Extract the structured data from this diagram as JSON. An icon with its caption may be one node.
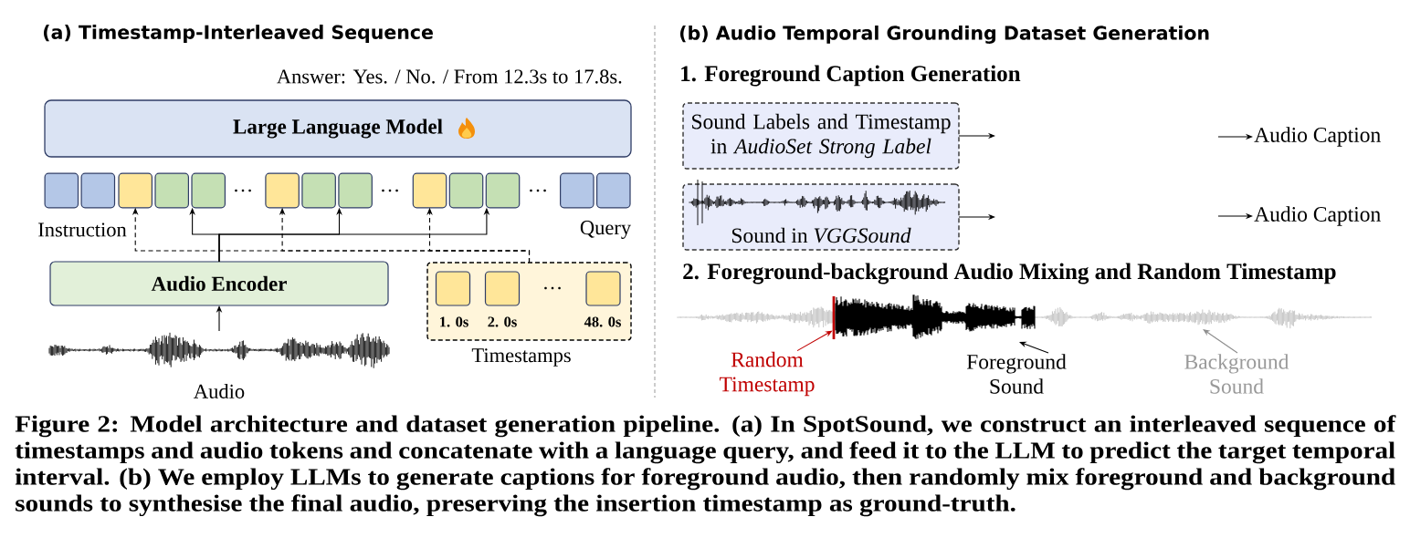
{
  "diagram": {
    "caption": "Figure 2: Model architecture and dataset generation pipeline. (a) In SpotSound, we construct an interleaved sequence of timestamps and audio tokens and concatenate with a language query, and feed it to the LLM to predict the target temporal interval. (b) We employ LLMs to generate captions for foreground audio, then randomly mix foreground and background sounds to synthesise the final audio, preserving the insertion timestamp as ground-truth.",
    "nodes": [
      {
        "text": [
          "Large Language Model"
        ],
        "beside": [
          "Answer: Yes. / No. / From 12.3s to 17.8s."
        ]
      },
      {
        "text": [],
        "shape": "box"
      },
      {
        "text": [],
        "shape": "box"
      },
      {
        "text": [],
        "shape": "box"
      },
      {
        "text": [],
        "shape": "box"
      },
      {
        "text": [],
        "shape": "box"
      },
      {
        "text": [],
        "shape": "box"
      },
      {
        "text": [],
        "shape": "box"
      },
      {
        "text": [],
        "shape": "box"
      },
      {
        "text": [],
        "shape": "box"
      },
      {
        "text": [],
        "shape": "box"
      },
      {
        "text": [],
        "shape": "box"
      },
      {
        "text": [],
        "shape": "box"
      },
      {
        "text": [],
        "shape": "box"
      },
      {
        "text": [
          "Audio Encoder"
        ]
      },
      {
        "text": [],
        "shape": "picture",
        "beside": [
          "Audio"
        ]
      },
      {
        "text": [
          "Timestamps"
        ]
      },
      {
        "text": [],
        "shape": "box",
        "in": 16,
        "beside": [
          "1. 0s"
        ]
      },
      {
        "text": [],
        "shape": "box",
        "in": 16,
        "beside": [
          "2. 0s"
        ]
      },
      {
        "text": [],
        "shape": "box",
        "in": 16,
        "beside": [
          "48. 0s"
        ]
      },
      {
        "text": [
          "Sound Labels and Timestamp in *AudioSet Strong Label*"
        ]
      },
      {
        "text": [
          "Audio Caption"
        ]
      },
      {
        "text": [
          "Sound in *VGGSound*"
        ]
      },
      {
        "text": [
          "Audio Caption"
        ]
      },
      {
        "text": [],
        "shape": "picture"
      },
      {
        "text": [],
        "shape": "bar"
      },
      {
        "text": [],
        "shape": "picture"
      },
      {
        "text": [
          "Random Timestamp"
        ]
      },
      {
        "text": [
          "Foreground Sound"
        ]
      },
      {
        "text": [
          "Background Sound"
        ]
      }
    ],
    "edges": [
      {
        "from": 15,
        "to": 14,
        "arrow": "to"
      },
      {
        "from": 14,
        "to": 5,
        "arrow": "to"
      },
      {
        "from": 14,
        "to": 8,
        "arrow": "to"
      },
      {
        "from": 14,
        "to": 11,
        "arrow": "to"
      },
      {
        "from": 16,
        "to": 3,
        "arrow": "to",
        "style": "dashed"
      },
      {
        "from": 16,
        "to": 6,
        "arrow": "to",
        "style": "dashed"
      },
      {
        "from": 16,
        "to": 9,
        "arrow": "to",
        "style": "dashed"
      },
      {
        "from": 20,
        "to": null,
        "arrow": "to"
      },
      {
        "from": null,
        "to": 21,
        "arrow": "to"
      },
      {
        "from": 22,
        "to": null,
        "arrow": "to"
      },
      {
        "from": null,
        "to": 23,
        "arrow": "to"
      },
      {
        "from": 27,
        "to": 25,
        "arrow": "to",
        "color": "#c00000"
      },
      {
        "from": 28,
        "to": 26,
        "arrow": "to"
      },
      {
        "from": 29,
        "to": 24,
        "arrow": "to",
        "color": "#8c8c8c"
      }
    ],
    "labels": [
      "(a) Timestamp-Interleaved Sequence",
      "…",
      "…",
      "…",
      "Instruction",
      "Query",
      "…",
      "(b) Audio Temporal Grounding Dataset Generation",
      "1. Foreground Caption Generation",
      "2. Foreground-background Audio Mixing and Random Timestamp"
    ]
  }
}
